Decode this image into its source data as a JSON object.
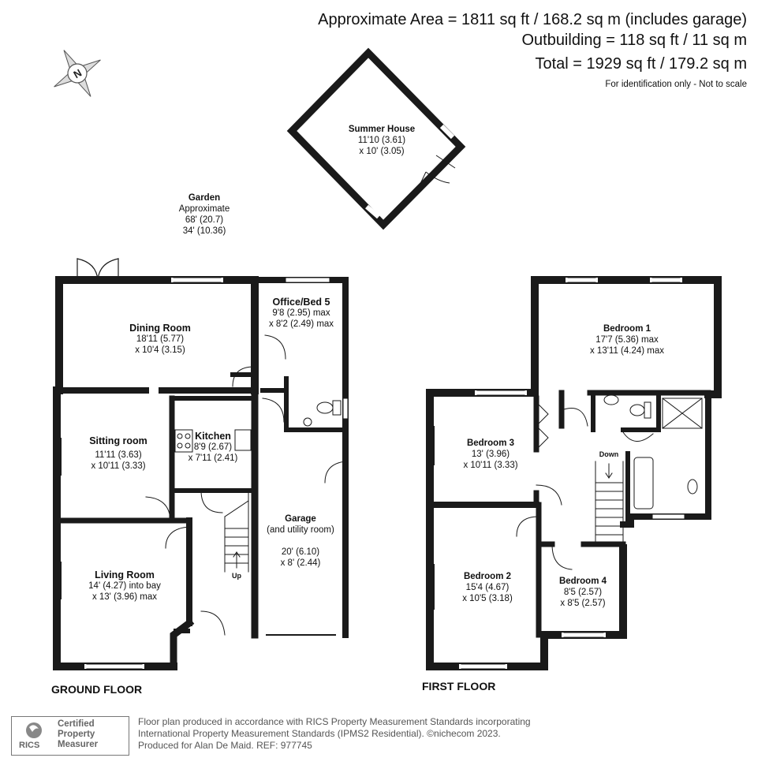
{
  "header": {
    "area_line": "Approximate Area = 1811 sq ft / 168.2 sq m (includes garage)",
    "outbuilding_line": "Outbuilding = 118 sq ft / 11 sq m",
    "total_line": "Total = 1929 sq ft / 179.2 sq m",
    "disclaimer": "For identification only - Not to scale"
  },
  "compass": {
    "icon": "compass-north-icon",
    "letter": "N"
  },
  "garden": {
    "name": "Garden",
    "line1": "Approximate",
    "line2": "68' (20.7)",
    "line3": "34' (10.36)"
  },
  "summer_house": {
    "name": "Summer House",
    "dim1": "11'10 (3.61)",
    "dim2": "x 10' (3.05)"
  },
  "ground_floor": {
    "label": "GROUND FLOOR",
    "stairs_label": "Up",
    "rooms": {
      "dining": {
        "name": "Dining Room",
        "dim1": "18'11 (5.77)",
        "dim2": "x 10'4 (3.15)"
      },
      "office": {
        "name": "Office/Bed 5",
        "dim1": "9'8 (2.95) max",
        "dim2": "x 8'2 (2.49) max"
      },
      "sitting": {
        "name": "Sitting room",
        "dim1": "11'11 (3.63)",
        "dim2": "x 10'11 (3.33)"
      },
      "kitchen": {
        "name": "Kitchen",
        "dim1": "8'9 (2.67)",
        "dim2": "x 7'11 (2.41)"
      },
      "garage": {
        "name": "Garage",
        "sub": "(and utility room)",
        "dim1": "20' (6.10)",
        "dim2": "x 8' (2.44)"
      },
      "living": {
        "name": "Living Room",
        "dim1": "14' (4.27) into bay",
        "dim2": "x 13' (3.96) max"
      }
    }
  },
  "first_floor": {
    "label": "FIRST FLOOR",
    "stairs_label": "Down",
    "rooms": {
      "bed1": {
        "name": "Bedroom 1",
        "dim1": "17'7 (5.36) max",
        "dim2": "x 13'11 (4.24) max"
      },
      "bed3": {
        "name": "Bedroom 3",
        "dim1": "13' (3.96)",
        "dim2": "x 10'11 (3.33)"
      },
      "bed2": {
        "name": "Bedroom 2",
        "dim1": "15'4 (4.67)",
        "dim2": "x 10'5 (3.18)"
      },
      "bed4": {
        "name": "Bedroom 4",
        "dim1": "8'5 (2.57)",
        "dim2": "x 8'5 (2.57)"
      }
    }
  },
  "footer": {
    "badge_word": "RICS",
    "badge_line1": "Certified",
    "badge_line2": "Property",
    "badge_line3": "Measurer",
    "line1": "Floor plan produced in accordance with RICS Property Measurement Standards incorporating",
    "line2": "International Property Measurement Standards (IPMS2 Residential).  ©nichecom 2023.",
    "line3": "Produced for Alan De Maid.  REF: 977745"
  },
  "colors": {
    "wall": "#1a1a1a",
    "text": "#111111",
    "footer_text": "#555555",
    "badge": "#777777"
  }
}
